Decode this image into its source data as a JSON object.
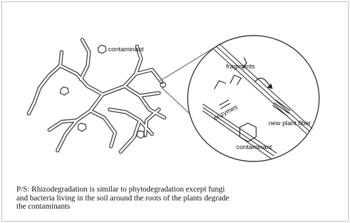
{
  "diagram": {
    "labels": {
      "contaminant_legend": "contaminant",
      "fragments": "fragments",
      "enzymes": "enzymes",
      "new_plant_fiber": "new plant fiber",
      "contaminant_inset": "contaminant"
    }
  },
  "caption": {
    "line1": "P/S: Rhizodegradation is similar to phytodegradation except fungi",
    "line2": "and bacteria  living in the soil  around the roots of the plants degrade",
    "line3": "the contaminants"
  },
  "colors": {
    "line": "#333333",
    "border": "#bdbdbd",
    "text": "#111111"
  }
}
